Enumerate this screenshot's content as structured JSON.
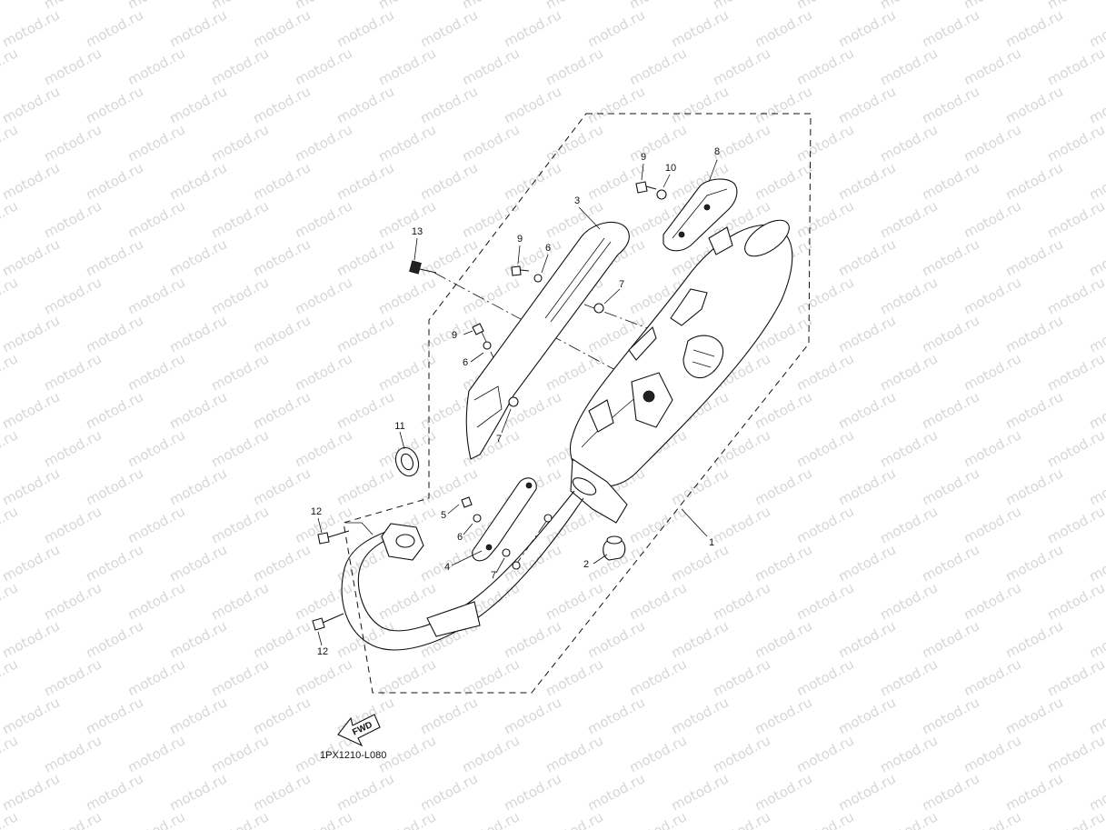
{
  "watermark": {
    "text": "motod.ru",
    "color": "#d6d6d6"
  },
  "diagram": {
    "code": "1PX1210-L080",
    "fwd_label": "FWD",
    "callouts": {
      "c1": "1",
      "c2": "2",
      "c3": "3",
      "c4": "4",
      "c5": "5",
      "c6a": "6",
      "c6b": "6",
      "c6c": "6",
      "c7a": "7",
      "c7b": "7",
      "c7c": "7",
      "c8": "8",
      "c9a": "9",
      "c9b": "9",
      "c9c": "9",
      "c10": "10",
      "c11": "11",
      "c12a": "12",
      "c12b": "12",
      "c13": "13"
    }
  }
}
